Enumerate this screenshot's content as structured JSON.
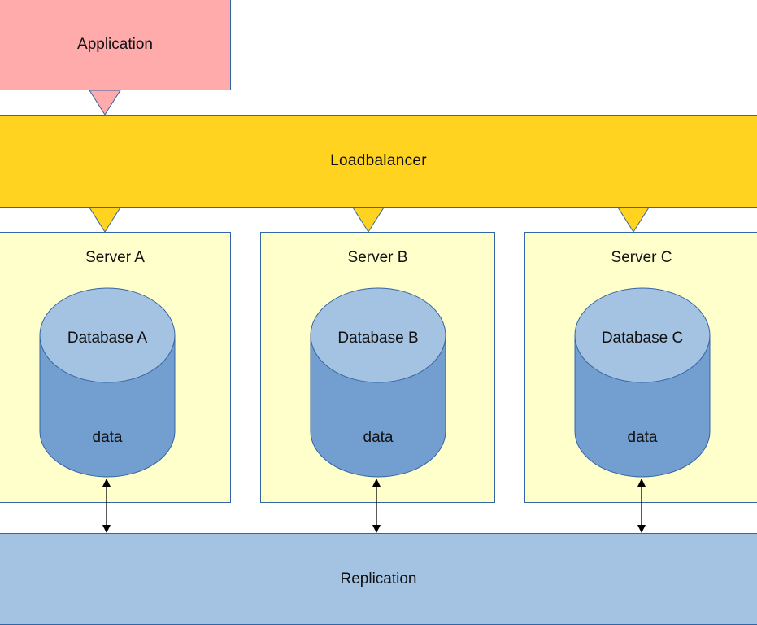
{
  "application": {
    "label": "Application",
    "color": "#ffaaab"
  },
  "loadbalancer": {
    "label": "Loadbalancer",
    "color": "#ffd320"
  },
  "servers": [
    {
      "title": "Server A",
      "database": "Database A",
      "content": "data"
    },
    {
      "title": "Server B",
      "database": "Database B",
      "content": "data"
    },
    {
      "title": "Server C",
      "database": "Database C",
      "content": "data"
    }
  ],
  "replication": {
    "label": "Replication",
    "color": "#a4c2e1"
  },
  "colors": {
    "server_fill": "#ffffcc",
    "db_top": "#a4c2e1",
    "db_body": "#729fcf",
    "outline": "#3465a4"
  }
}
